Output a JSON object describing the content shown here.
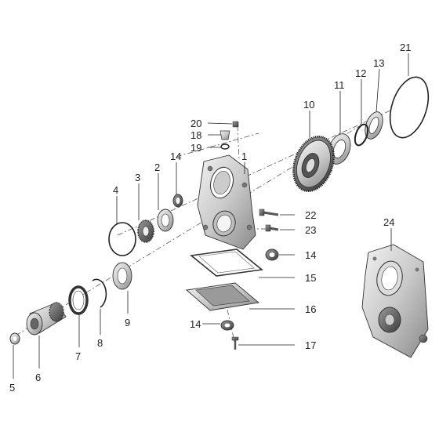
{
  "diagram": {
    "callouts": [
      {
        "id": "p1",
        "label": "1"
      },
      {
        "id": "p2",
        "label": "2"
      },
      {
        "id": "p3",
        "label": "3"
      },
      {
        "id": "p4",
        "label": "4"
      },
      {
        "id": "p5",
        "label": "5"
      },
      {
        "id": "p6",
        "label": "6"
      },
      {
        "id": "p7",
        "label": "7"
      },
      {
        "id": "p8",
        "label": "8"
      },
      {
        "id": "p9",
        "label": "9"
      },
      {
        "id": "p10",
        "label": "10"
      },
      {
        "id": "p11",
        "label": "11"
      },
      {
        "id": "p12",
        "label": "12"
      },
      {
        "id": "p13",
        "label": "13"
      },
      {
        "id": "p14a",
        "label": "14"
      },
      {
        "id": "p14b",
        "label": "14"
      },
      {
        "id": "p14c",
        "label": "14"
      },
      {
        "id": "p15",
        "label": "15"
      },
      {
        "id": "p16",
        "label": "16"
      },
      {
        "id": "p17",
        "label": "17"
      },
      {
        "id": "p18",
        "label": "18"
      },
      {
        "id": "p19",
        "label": "19"
      },
      {
        "id": "p20",
        "label": "20"
      },
      {
        "id": "p21",
        "label": "21"
      },
      {
        "id": "p22",
        "label": "22"
      },
      {
        "id": "p23",
        "label": "23"
      },
      {
        "id": "p24",
        "label": "24"
      }
    ]
  }
}
